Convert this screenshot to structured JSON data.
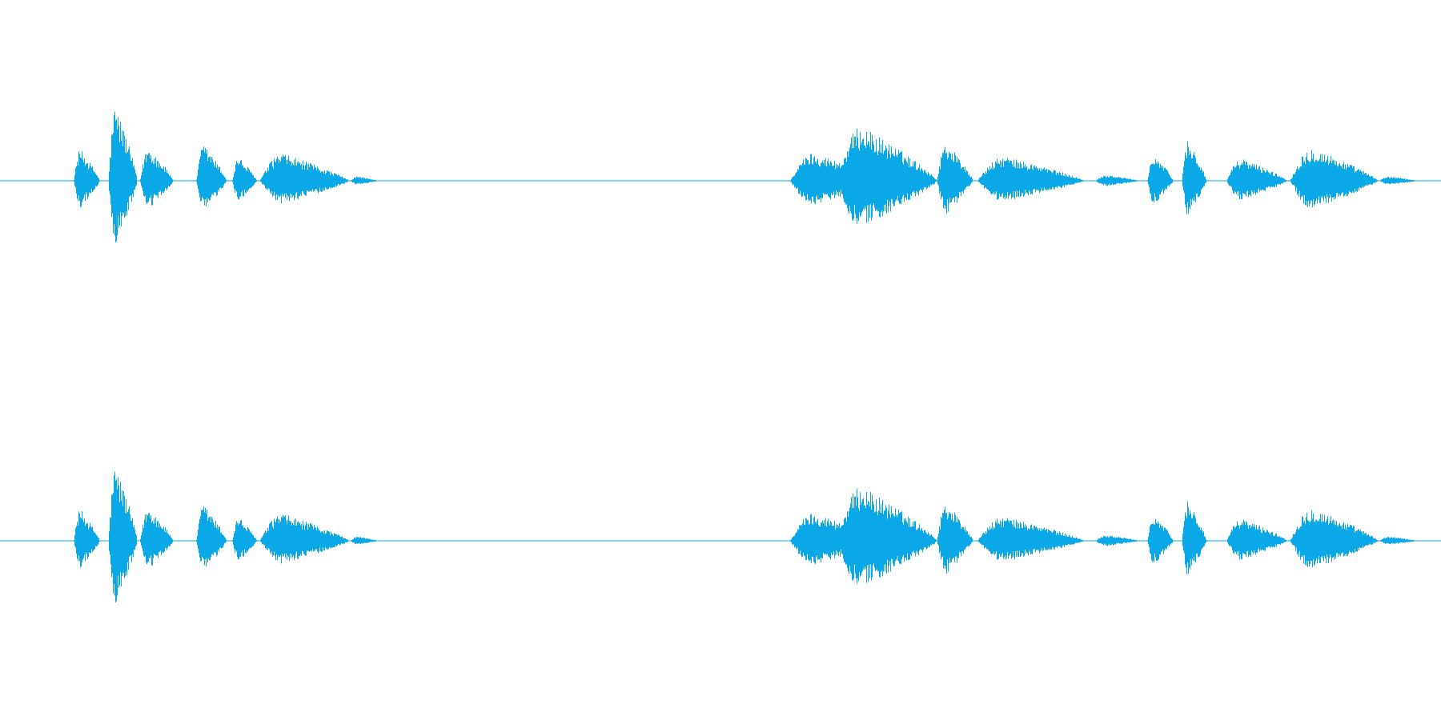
{
  "waveform": {
    "color": "#0aa8e6",
    "background": "#ffffff",
    "channels": [
      {
        "name": "left",
        "segments": [
          {
            "start": 0.051,
            "end": 0.069,
            "peak": 0.42
          },
          {
            "start": 0.075,
            "end": 0.095,
            "peak": 1.0
          },
          {
            "start": 0.097,
            "end": 0.12,
            "peak": 0.45
          },
          {
            "start": 0.136,
            "end": 0.157,
            "peak": 0.48
          },
          {
            "start": 0.161,
            "end": 0.178,
            "peak": 0.32
          },
          {
            "start": 0.18,
            "end": 0.242,
            "peak": 0.36
          },
          {
            "start": 0.243,
            "end": 0.262,
            "peak": 0.06
          },
          {
            "start": 0.548,
            "end": 0.612,
            "peak": 0.37
          },
          {
            "start": 0.58,
            "end": 0.65,
            "peak": 0.72
          },
          {
            "start": 0.65,
            "end": 0.675,
            "peak": 0.52
          },
          {
            "start": 0.678,
            "end": 0.752,
            "peak": 0.32
          },
          {
            "start": 0.76,
            "end": 0.79,
            "peak": 0.08
          },
          {
            "start": 0.796,
            "end": 0.814,
            "peak": 0.36
          },
          {
            "start": 0.82,
            "end": 0.837,
            "peak": 0.55
          },
          {
            "start": 0.851,
            "end": 0.893,
            "peak": 0.3
          },
          {
            "start": 0.895,
            "end": 0.956,
            "peak": 0.44
          },
          {
            "start": 0.957,
            "end": 0.983,
            "peak": 0.06
          }
        ]
      },
      {
        "name": "right",
        "segments": [
          {
            "start": 0.051,
            "end": 0.069,
            "peak": 0.42
          },
          {
            "start": 0.075,
            "end": 0.095,
            "peak": 1.0
          },
          {
            "start": 0.097,
            "end": 0.12,
            "peak": 0.45
          },
          {
            "start": 0.136,
            "end": 0.157,
            "peak": 0.48
          },
          {
            "start": 0.161,
            "end": 0.178,
            "peak": 0.32
          },
          {
            "start": 0.18,
            "end": 0.242,
            "peak": 0.36
          },
          {
            "start": 0.243,
            "end": 0.262,
            "peak": 0.06
          },
          {
            "start": 0.548,
            "end": 0.612,
            "peak": 0.37
          },
          {
            "start": 0.58,
            "end": 0.65,
            "peak": 0.72
          },
          {
            "start": 0.65,
            "end": 0.675,
            "peak": 0.52
          },
          {
            "start": 0.678,
            "end": 0.752,
            "peak": 0.32
          },
          {
            "start": 0.76,
            "end": 0.79,
            "peak": 0.08
          },
          {
            "start": 0.796,
            "end": 0.814,
            "peak": 0.36
          },
          {
            "start": 0.82,
            "end": 0.837,
            "peak": 0.55
          },
          {
            "start": 0.851,
            "end": 0.893,
            "peak": 0.3
          },
          {
            "start": 0.895,
            "end": 0.956,
            "peak": 0.44
          },
          {
            "start": 0.957,
            "end": 0.983,
            "peak": 0.06
          }
        ]
      }
    ]
  }
}
